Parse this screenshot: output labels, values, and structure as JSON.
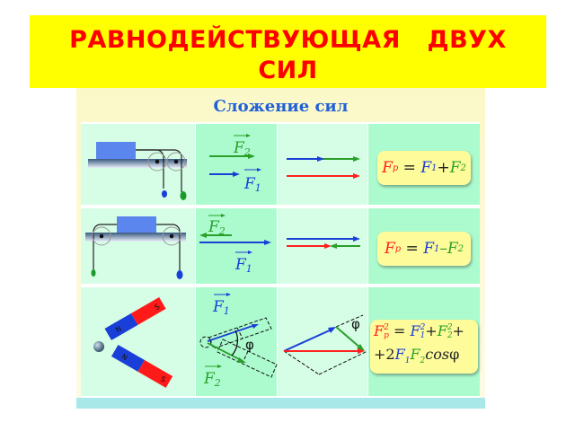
{
  "slide": {
    "title_line1": "РАВНОДЕЙСТВУЮЩАЯ   ДВУХ",
    "title_line2": "СИЛ",
    "colors": {
      "title_bg": "#ffff00",
      "title_text": "#ff0000",
      "f1": "#1a3fd8",
      "f2": "#2aa02a",
      "resultant": "#ff2020"
    }
  },
  "panel": {
    "heading": "Сложение сил",
    "rows": [
      {
        "case": "same-direction",
        "labels": {
          "f2": "F",
          "f2_sub": "2",
          "f1": "F",
          "f1_sub": "1"
        },
        "formula": {
          "lhs": "F",
          "lhs_sub": "р",
          "eq": " = ",
          "t1": "F",
          "t1_sub": "1",
          "op": "+",
          "t2": "F",
          "t2_sub": "2"
        }
      },
      {
        "case": "opposite-direction",
        "labels": {
          "f2": "F",
          "f2_sub": "2",
          "f1": "F",
          "f1_sub": "1"
        },
        "formula": {
          "lhs": "F",
          "lhs_sub": "р",
          "eq": " = ",
          "t1": "F",
          "t1_sub": "1",
          "op": "–",
          "t2": "F",
          "t2_sub": "2"
        }
      },
      {
        "case": "angle",
        "labels": {
          "f1": "F",
          "f1_sub": "1",
          "f2": "F",
          "f2_sub": "2",
          "angle": "φ",
          "magnet_n": "N",
          "magnet_s": "S"
        },
        "formula": {
          "line1": {
            "lhs": "F",
            "lhs_sup": "2",
            "lhs_sub": "р",
            "eq": " = ",
            "t1": "F",
            "t1_sup": "2",
            "t1_sub": "1",
            "op1": "+",
            "t2": "F",
            "t2_sup": "2",
            "t2_sub": "2",
            "op2": "+"
          },
          "line2": {
            "prefix": "+2",
            "f1": "F",
            "f1_sub": "1",
            "f2": "F",
            "f2_sub": "2",
            "cos": "cos",
            "phi": "φ"
          }
        }
      }
    ]
  }
}
